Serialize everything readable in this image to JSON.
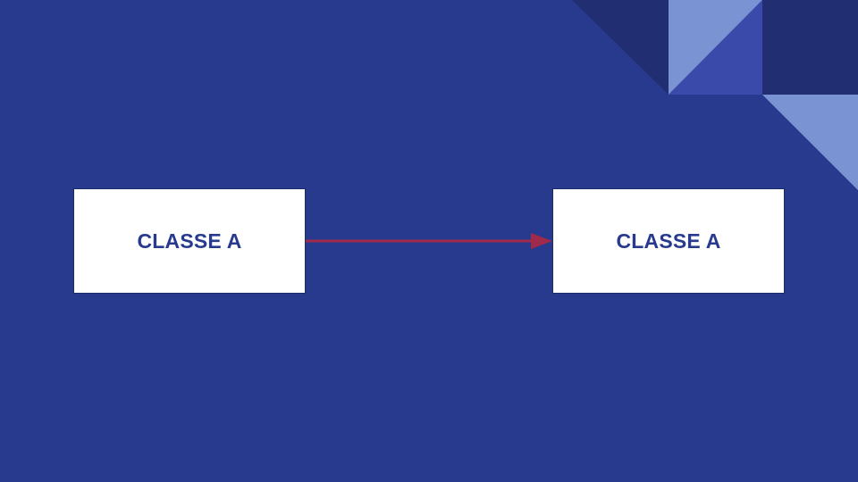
{
  "diagram": {
    "boxes": [
      {
        "label": "CLASSE A"
      },
      {
        "label": "CLASSE A"
      }
    ],
    "connector": {
      "from": 0,
      "to": 1,
      "type": "arrow"
    }
  },
  "colors": {
    "background": "#283A8E",
    "box_fill": "#FFFFFF",
    "box_text": "#283A8E",
    "arrow": "#A02A4C",
    "decor_dark": "#222E72",
    "decor_light": "#7A93D2",
    "decor_mid": "#3A4AAA"
  }
}
